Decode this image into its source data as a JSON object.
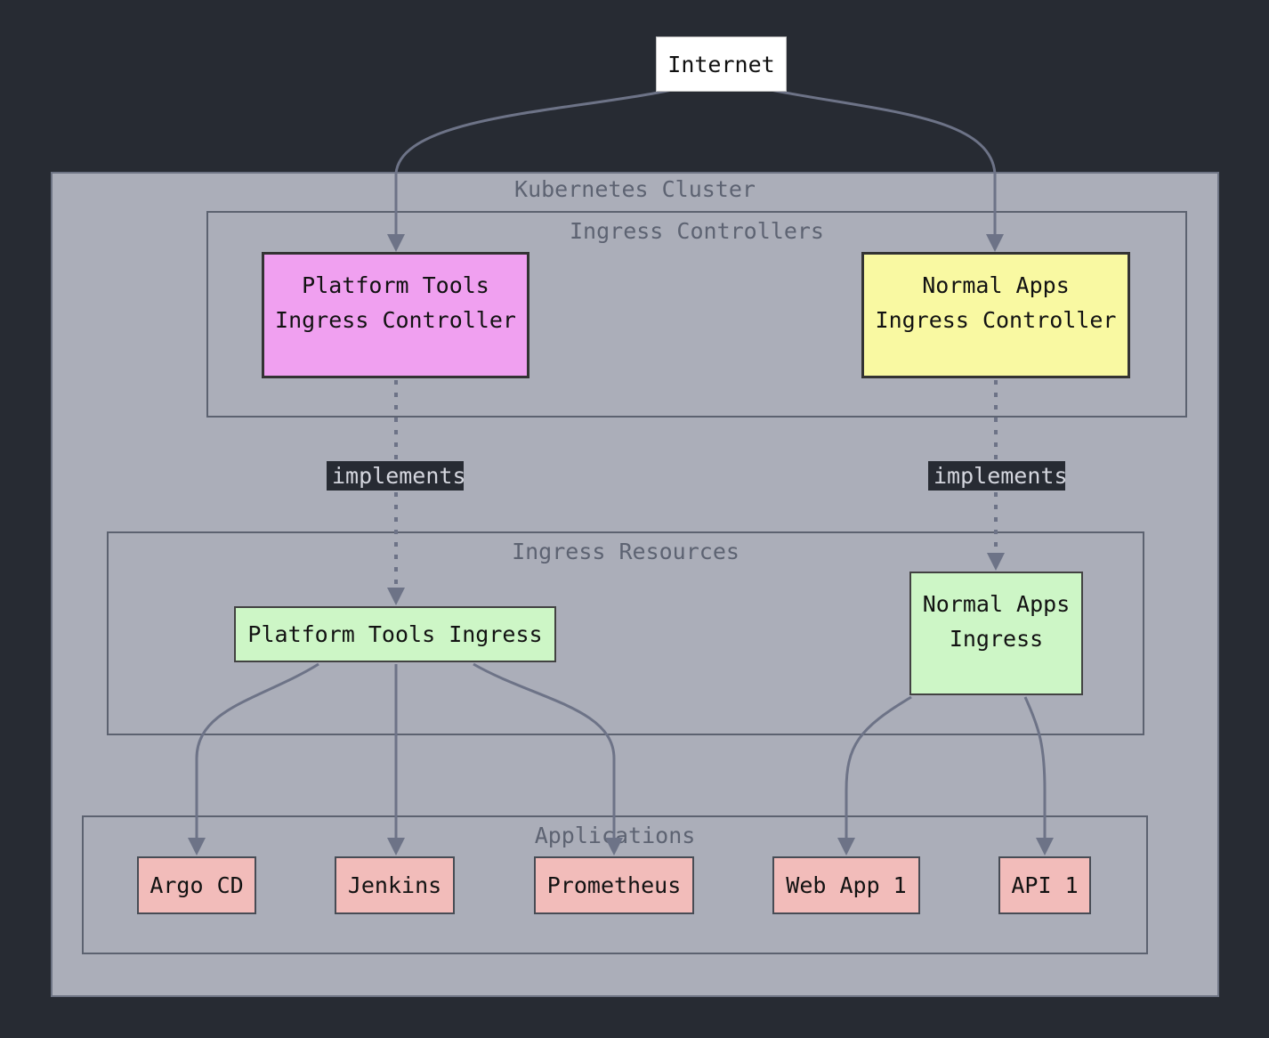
{
  "diagram": {
    "internet": {
      "label": "Internet"
    },
    "cluster": {
      "label": "Kubernetes Cluster"
    },
    "subgraphs": {
      "controllers": {
        "label": "Ingress Controllers"
      },
      "resources": {
        "label": "Ingress Resources"
      },
      "applications": {
        "label": "Applications"
      }
    },
    "nodes": {
      "platform_controller": {
        "label": "Platform Tools\nIngress Controller"
      },
      "normal_controller": {
        "label": "Normal Apps\nIngress Controller"
      },
      "platform_ingress": {
        "label": "Platform Tools Ingress"
      },
      "normal_ingress": {
        "label": "Normal Apps\nIngress"
      },
      "argocd": {
        "label": "Argo CD"
      },
      "jenkins": {
        "label": "Jenkins"
      },
      "prometheus": {
        "label": "Prometheus"
      },
      "webapp1": {
        "label": "Web App 1"
      },
      "api1": {
        "label": "API 1"
      }
    },
    "edge_labels": {
      "implements_left": "implements",
      "implements_right": "implements"
    },
    "colors": {
      "background": "#272b33",
      "cluster_fill": "#abaeb9",
      "subgraph_border": "#5c6270",
      "edge": "#6d7387",
      "controller_platform_fill": "#f0a0f0",
      "controller_normal_fill": "#f9f9a2",
      "ingress_fill": "#cdf6c6",
      "app_fill": "#f2bcba",
      "internet_fill": "#ffffff",
      "node_border_dark": "#333333",
      "edge_label_bg": "#272b33",
      "edge_label_text": "#d4d6de",
      "subgraph_label_text": "#5d6372"
    }
  }
}
